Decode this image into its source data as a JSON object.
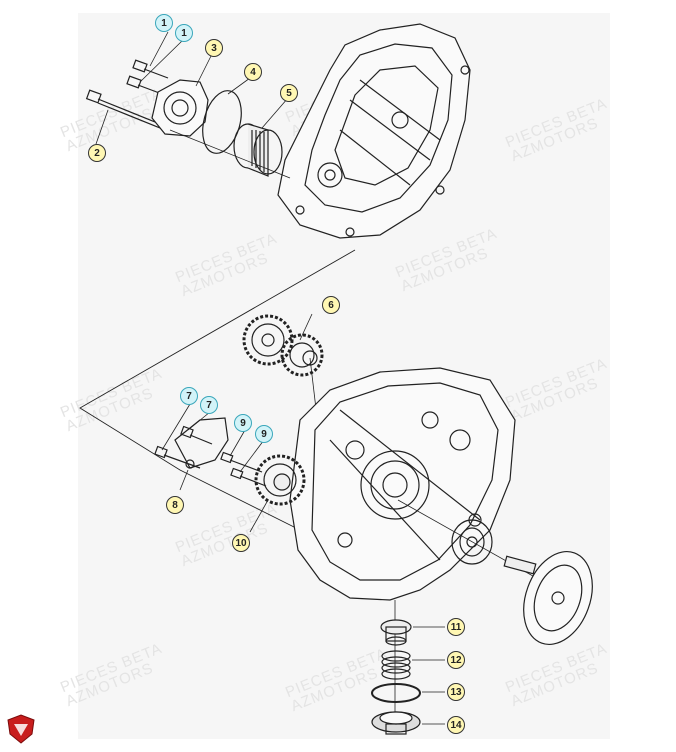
{
  "diagram": {
    "watermark_line1": "PIECES BETA",
    "watermark_line2": "AZMOTORS",
    "accent_color": "#fff7b3",
    "accent_color_alt": "#d2f3f8",
    "callouts": [
      {
        "id": "c1a",
        "label": "1",
        "style": "cyan"
      },
      {
        "id": "c1b",
        "label": "1",
        "style": "cyan"
      },
      {
        "id": "c2",
        "label": "2",
        "style": "yellow"
      },
      {
        "id": "c3",
        "label": "3",
        "style": "yellow"
      },
      {
        "id": "c4",
        "label": "4",
        "style": "yellow"
      },
      {
        "id": "c5",
        "label": "5",
        "style": "yellow"
      },
      {
        "id": "c6",
        "label": "6",
        "style": "yellow"
      },
      {
        "id": "c7a",
        "label": "7",
        "style": "cyan"
      },
      {
        "id": "c7b",
        "label": "7",
        "style": "cyan"
      },
      {
        "id": "c8",
        "label": "8",
        "style": "yellow"
      },
      {
        "id": "c9a",
        "label": "9",
        "style": "cyan"
      },
      {
        "id": "c9b",
        "label": "9",
        "style": "cyan"
      },
      {
        "id": "c10",
        "label": "10",
        "style": "yellow"
      },
      {
        "id": "c11",
        "label": "11",
        "style": "yellow"
      },
      {
        "id": "c12",
        "label": "12",
        "style": "yellow"
      },
      {
        "id": "c13",
        "label": "13",
        "style": "yellow"
      },
      {
        "id": "c14",
        "label": "14",
        "style": "yellow"
      }
    ],
    "logo_icon": "azmotors-shield-logo"
  }
}
